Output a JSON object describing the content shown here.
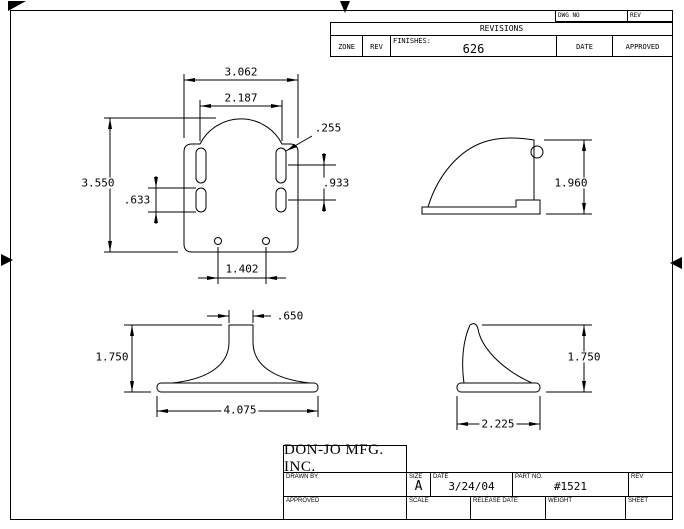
{
  "top_strip": {
    "dwg_no_label": "DWG NO",
    "rev_label": "REV"
  },
  "revisions": {
    "title": "REVISIONS",
    "zone_label": "ZONE",
    "rev_label": "REV",
    "finishes_label": "FINISHES:",
    "finishes_value": "626",
    "date_label": "DATE",
    "approved_label": "APPROVED"
  },
  "title_block": {
    "company": "DON-JO MFG. INC.",
    "drawn_label": "DRAWN BY",
    "approved_label": "APPROVED",
    "size_label": "SIZE",
    "size_value": "A",
    "date_label": "DATE",
    "date_value": "3/24/04",
    "part_label": "PART NO.",
    "part_value": "#1521",
    "rev_label": "REV",
    "scale_label": "SCALE",
    "release_label": "RELEASE DATE",
    "weight_label": "WEIGHT",
    "sheet_label": "SHEET"
  },
  "dimensions": {
    "front": {
      "width": "3.062",
      "dome_width": "2.187",
      "slot_width": ".255",
      "height": "3.550",
      "left_slot": ".633",
      "right_slot": ".933",
      "hole_spacing": "1.402"
    },
    "side": {
      "height": "1.960"
    },
    "elevation": {
      "stem_width": ".650",
      "height": "1.750",
      "base_width": "4.075"
    },
    "profile": {
      "height": "1.750",
      "base_width": "2.225"
    }
  }
}
